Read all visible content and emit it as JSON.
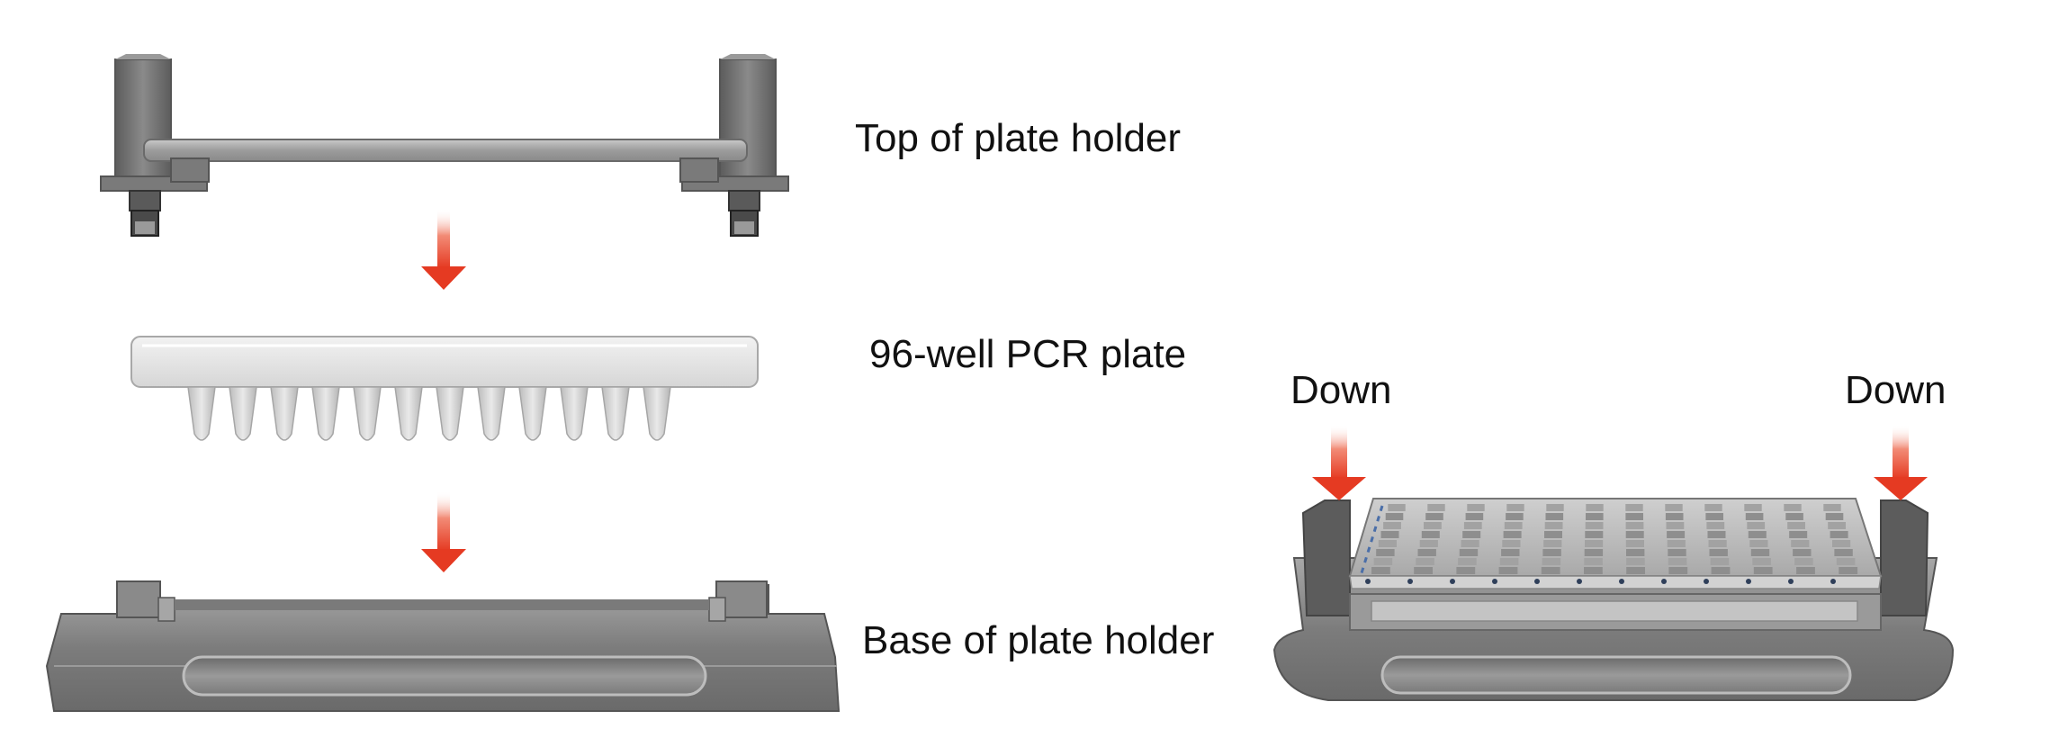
{
  "labels": {
    "top": "Top of plate holder",
    "plate": "96-well PCR plate",
    "base": "Base of plate holder",
    "down_left": "Down",
    "down_right": "Down"
  },
  "colors": {
    "arrow": "#e83a24",
    "holder_dark": "#6f6f6f",
    "holder_mid": "#8c8c8c",
    "holder_light": "#bdbdbd",
    "plate": "#e6e6e6"
  },
  "icons": {
    "arrow": "down-arrow-icon"
  }
}
